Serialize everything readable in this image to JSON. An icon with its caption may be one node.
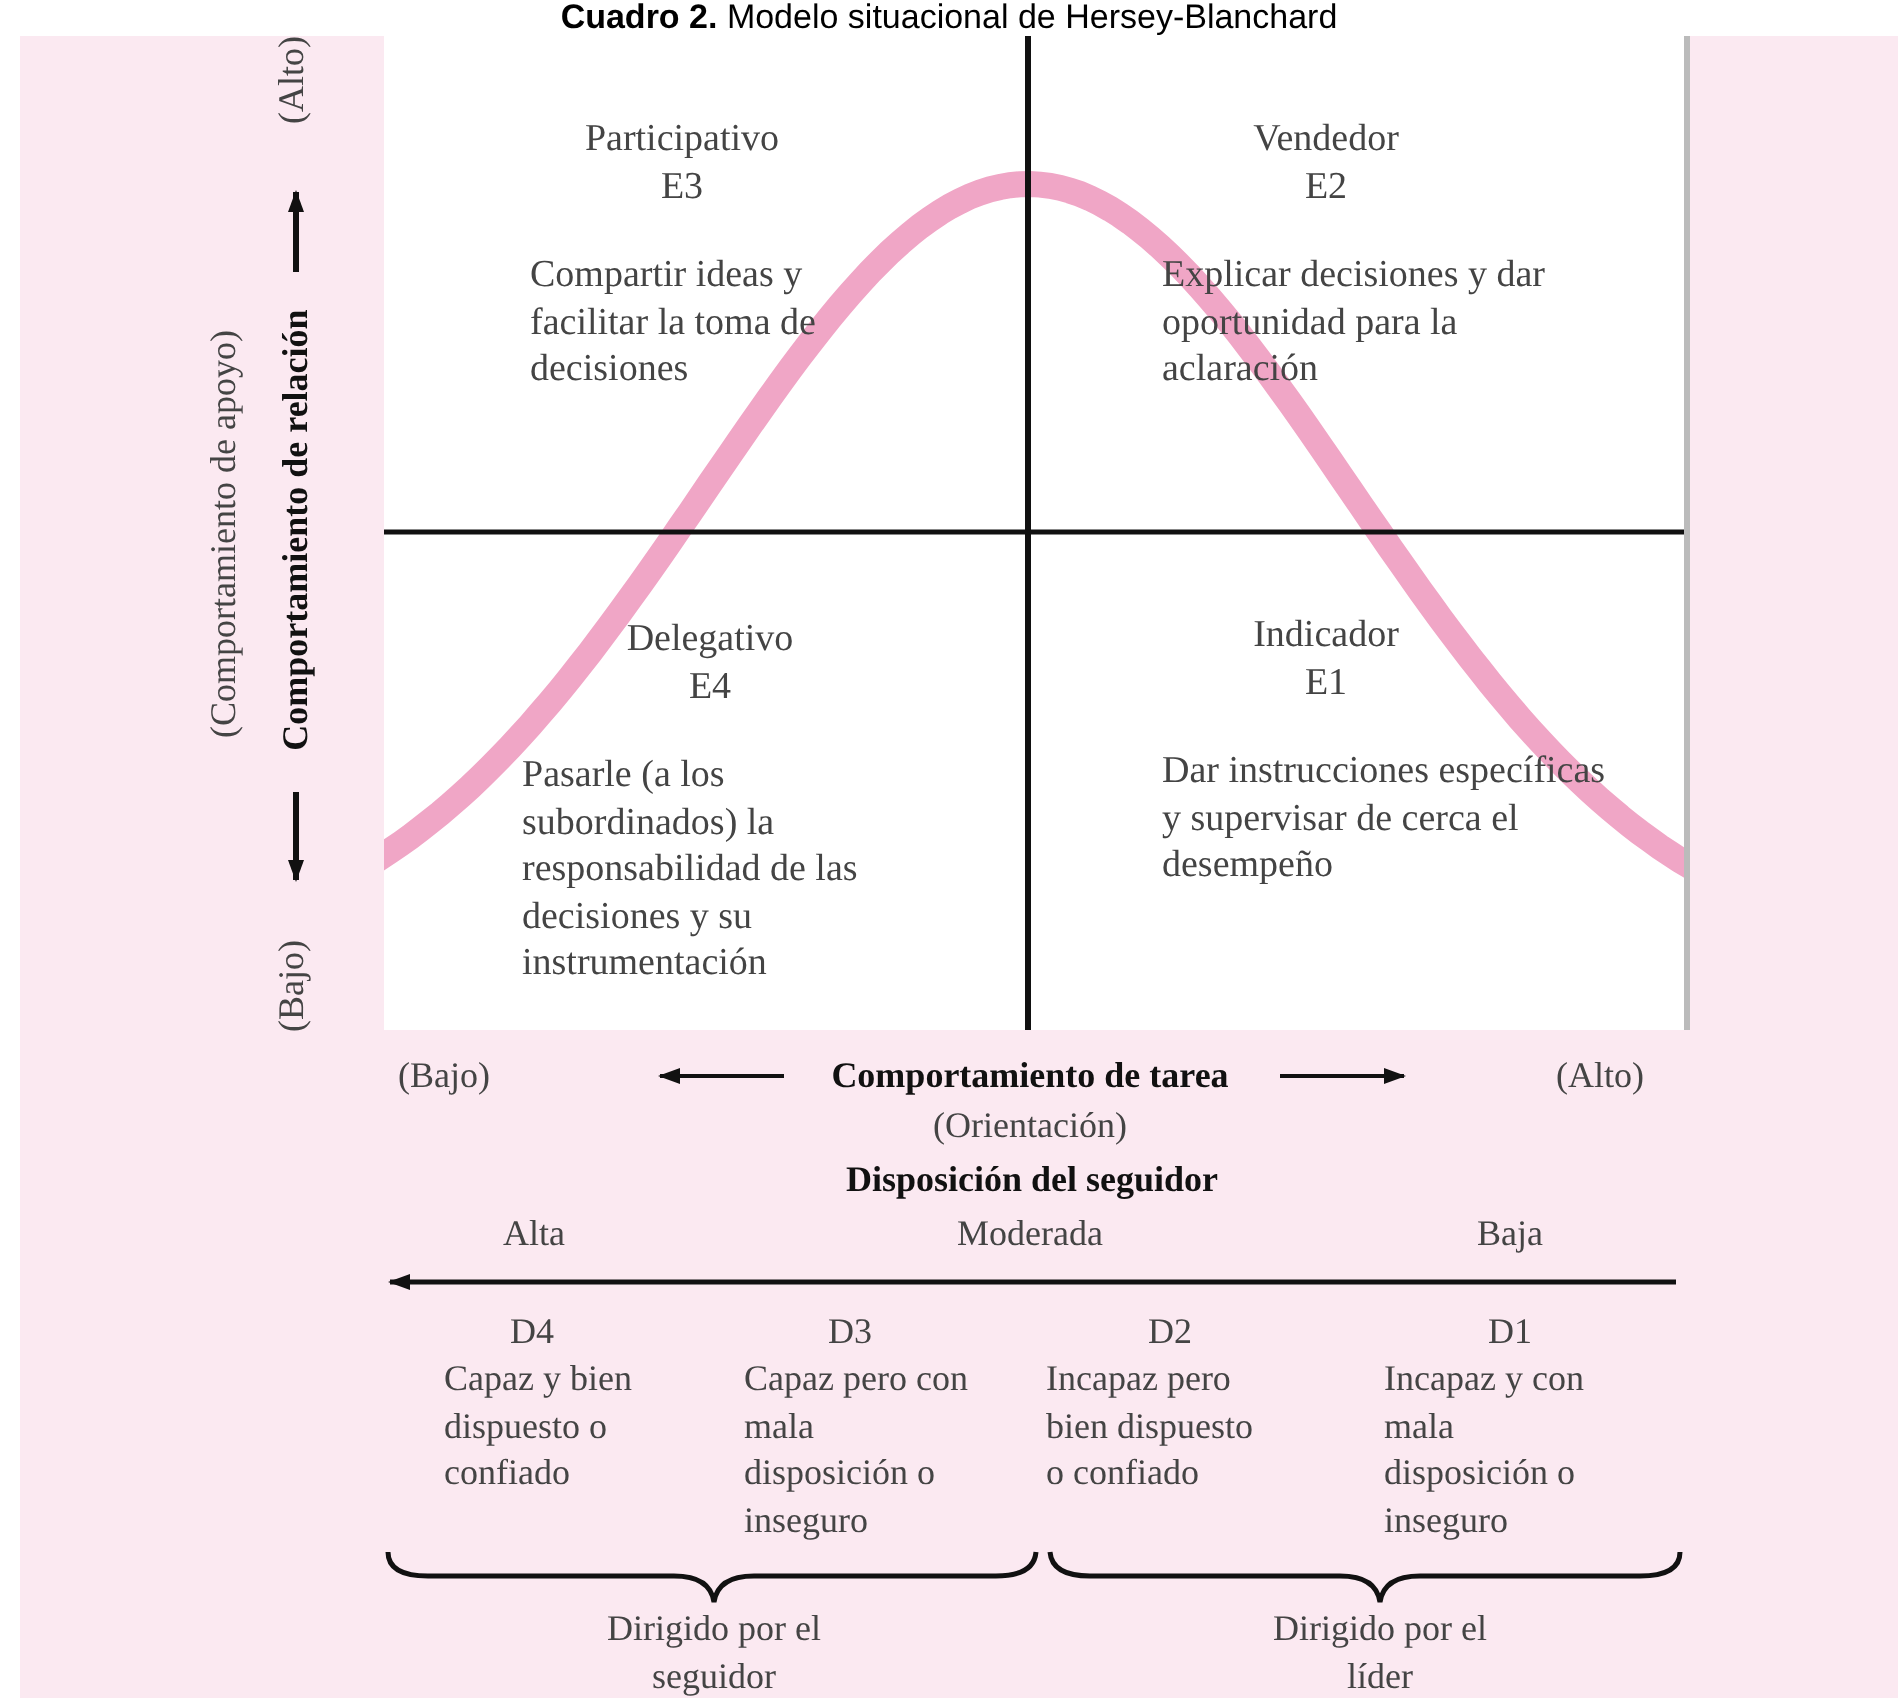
{
  "diagram": {
    "title": "**Cuadro 2.** Modelo situacional de Hersey-Blanchard",
    "nodes": [
      {
        "text": [
          "Participativo",
          "E3",
          "Compartir ideas y facilitar la toma de decisiones"
        ]
      },
      {
        "text": [
          "Vendedor",
          "E2",
          "Explicar decisiones y dar oportunidad para la aclaración"
        ]
      },
      {
        "text": [
          "Delegativo",
          "E4",
          "Pasarle (a los subordinados) la responsabilidad de las decisiones y su instrumentación"
        ]
      },
      {
        "text": [
          "Indicador",
          "E1",
          "Dar instrucciones específicas y supervisar de cerca el desempeño"
        ]
      }
    ],
    "edges": [],
    "labels": [
      "(Comportamiento de apoyo)",
      "(Alto)",
      "Comportamiento de relación",
      "(Bajo)",
      "(Bajo)",
      "Comportamiento de tarea",
      "(Alto)",
      "(Orientación)",
      "Disposición del seguidor",
      "Alta",
      "Moderada",
      "Baja",
      "D4",
      "D3",
      "D2",
      "D1",
      "Capaz y bien dispuesto o confiado",
      "Capaz pero con mala disposición o inseguro",
      "Incapaz pero bien dispuesto o confiado",
      "Incapaz y con mala disposición o inseguro",
      "Dirigido por el seguidor",
      "Dirigido por el líder"
    ]
  }
}
